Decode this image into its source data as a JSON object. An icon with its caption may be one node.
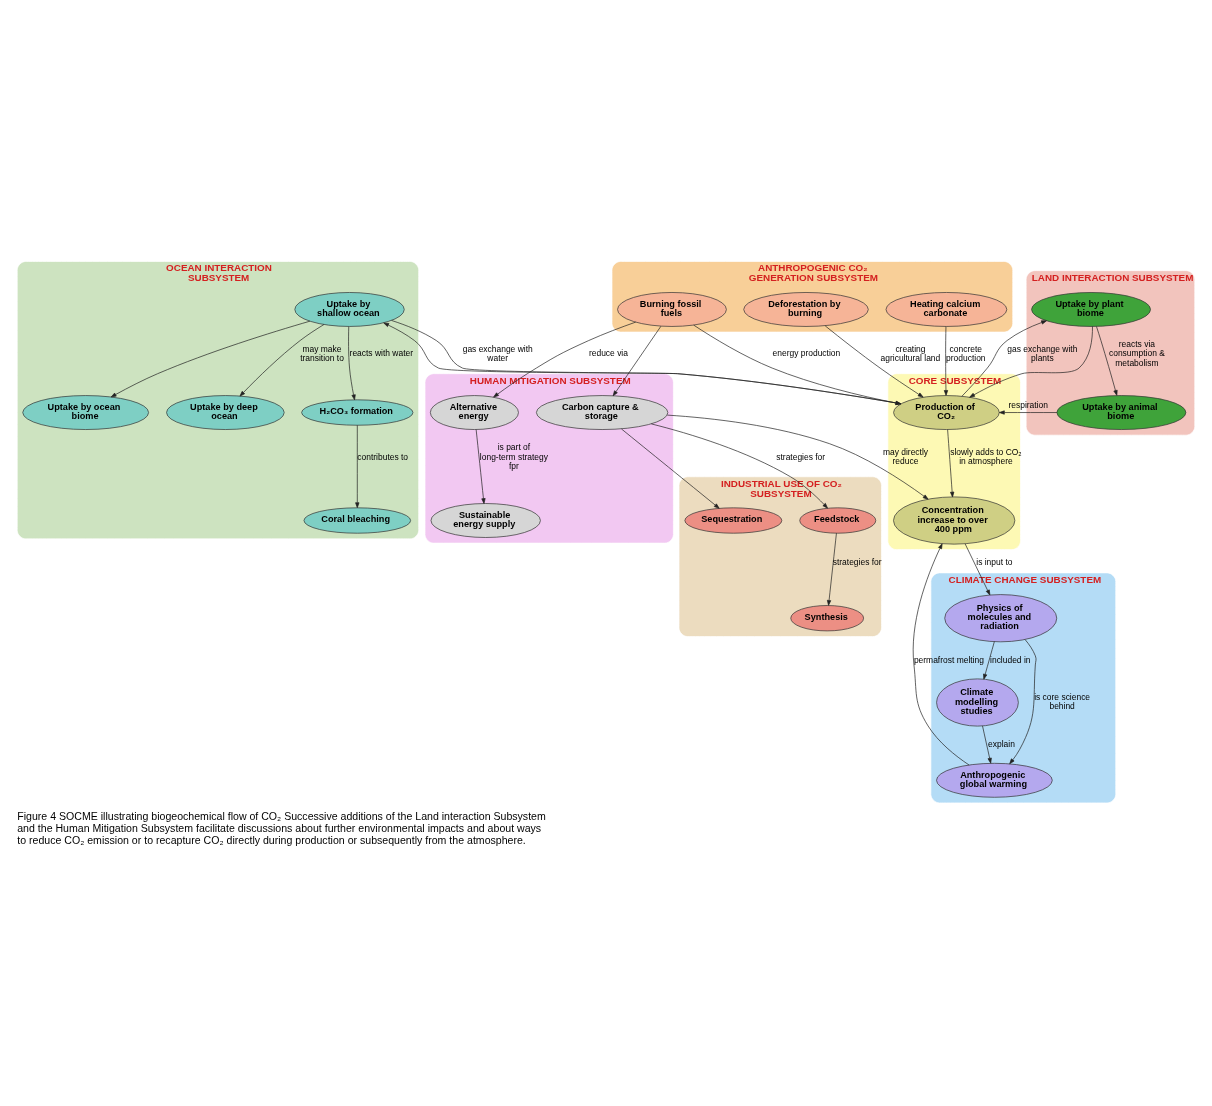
{
  "diagram": {
    "caption": "Figure 4 SOCME illustrating biogeochemical flow of CO₂ Successive additions of the Land interaction Subsystem and the Human Mitigation Subsystem facilitate discussions about further environmental impacts and about ways to reduce CO₂ emission or to recapture CO₂ directly during production or subsequently from the atmosphere.",
    "nodes": [
      {
        "text": [
          "OCEAN INTERACTION SUBSYSTEM"
        ]
      },
      {
        "text": [
          "Uptake by ocean biome"
        ],
        "in": 0
      },
      {
        "text": [
          "Uptake by deep ocean"
        ],
        "in": 0
      },
      {
        "text": [
          "H₂CO₃ formation"
        ],
        "in": 0
      },
      {
        "text": [
          "Uptake by shallow ocean"
        ],
        "in": 0
      },
      {
        "text": [
          "Coral bleaching"
        ],
        "in": 0
      },
      {
        "text": [
          "LAND INTERACTION SUBSYSTEM"
        ]
      },
      {
        "text": [
          "Uptake by plant biome"
        ],
        "in": 6
      },
      {
        "text": [
          "Uptake by animal biome"
        ],
        "in": 6
      },
      {
        "text": [
          "ANTHROPOGENIC CO₂ GENERATION SUBSYSTEM"
        ]
      },
      {
        "text": [
          "Deforestation by burning"
        ],
        "in": 9
      },
      {
        "text": [
          "Heating calcium carbonate"
        ],
        "in": 9
      },
      {
        "text": [
          "Burning fossil fuels"
        ],
        "in": 9
      },
      {
        "text": [
          "CORE SUBSYSTEM"
        ]
      },
      {
        "text": [
          "Production of CO₂"
        ],
        "in": 13
      },
      {
        "text": [
          "Concentration increase to over 400 ppm"
        ],
        "in": 13
      },
      {
        "text": [
          "CLIMATE CHANGE SUBSYSTEM"
        ]
      },
      {
        "text": [
          "Anthropogenic global warming"
        ],
        "in": 16
      },
      {
        "text": [
          "Physics of molecules and radiation"
        ],
        "in": 16
      },
      {
        "text": [
          "Climate modelling studies"
        ],
        "in": 16
      },
      {
        "text": [
          "INDUSTRIAL USE OF CO₂ SUBSYSTEM"
        ]
      },
      {
        "text": [
          "Feedstock"
        ],
        "in": 20
      },
      {
        "text": [
          "Synthesis"
        ],
        "in": 20
      },
      {
        "text": [
          "Sequestration"
        ],
        "in": 20
      },
      {
        "text": [
          "HUMAN MITIGATION SUBSYSTEM"
        ]
      },
      {
        "text": [
          "Alternative energy"
        ],
        "in": 24
      },
      {
        "text": [
          "Carbon capture & storage"
        ],
        "in": 24
      },
      {
        "text": [
          "Sustainable energy supply"
        ],
        "in": 24
      }
    ],
    "edges": [
      {
        "from": 4,
        "to": 2,
        "arrow": "to",
        "label": "may make transition to"
      },
      {
        "from": 4,
        "to": 1,
        "arrow": "to"
      },
      {
        "from": 4,
        "to": 3,
        "arrow": "to",
        "label": "reacts with water"
      },
      {
        "from": 3,
        "to": 5,
        "arrow": "to",
        "label": "contributes to"
      },
      {
        "from": 4,
        "to": 14,
        "arrow": "to",
        "label": "gas exchange with water"
      },
      {
        "from": 14,
        "to": 4,
        "arrow": "to"
      },
      {
        "from": 14,
        "to": 7,
        "arrow": "to",
        "label": "gas exchange with plants"
      },
      {
        "from": 7,
        "to": 14,
        "arrow": "to"
      },
      {
        "from": 7,
        "to": 8,
        "arrow": "to",
        "label": "reacts via consumption & metabolism"
      },
      {
        "from": 8,
        "to": 14,
        "arrow": "to",
        "label": "respiration"
      },
      {
        "from": 10,
        "to": 14,
        "arrow": "to",
        "label": "creating agricultural land"
      },
      {
        "from": 11,
        "to": 14,
        "arrow": "to",
        "label": "concrete production"
      },
      {
        "from": 12,
        "to": 14,
        "arrow": "to",
        "label": "energy production"
      },
      {
        "from": 14,
        "to": 15,
        "arrow": "to",
        "label": "slowly adds to CO₂ in atmosphere"
      },
      {
        "from": 17,
        "to": 15,
        "arrow": "to",
        "label": "permafrost melting"
      },
      {
        "from": 15,
        "to": 18,
        "arrow": "to",
        "label": "is input to"
      },
      {
        "from": 18,
        "to": 17,
        "arrow": "to",
        "label": "is core science behind"
      },
      {
        "from": 19,
        "to": 17,
        "arrow": "to",
        "label": "explain"
      },
      {
        "from": 18,
        "to": 19,
        "arrow": "to",
        "label": "included in"
      },
      {
        "from": 26,
        "to": 21,
        "arrow": "to",
        "label": "strategies for"
      },
      {
        "from": 26,
        "to": 23,
        "arrow": "to"
      },
      {
        "from": 21,
        "to": 22,
        "arrow": "to",
        "label": "strategies for"
      },
      {
        "from": 26,
        "to": 15,
        "arrow": "to",
        "label": "may directly reduce"
      },
      {
        "from": 12,
        "to": 26,
        "arrow": "to"
      },
      {
        "from": 12,
        "to": 25,
        "arrow": "to",
        "label": "reduce via"
      },
      {
        "from": 25,
        "to": 27,
        "arrow": "to",
        "label": "is part of long-term strategy fpr"
      }
    ]
  }
}
